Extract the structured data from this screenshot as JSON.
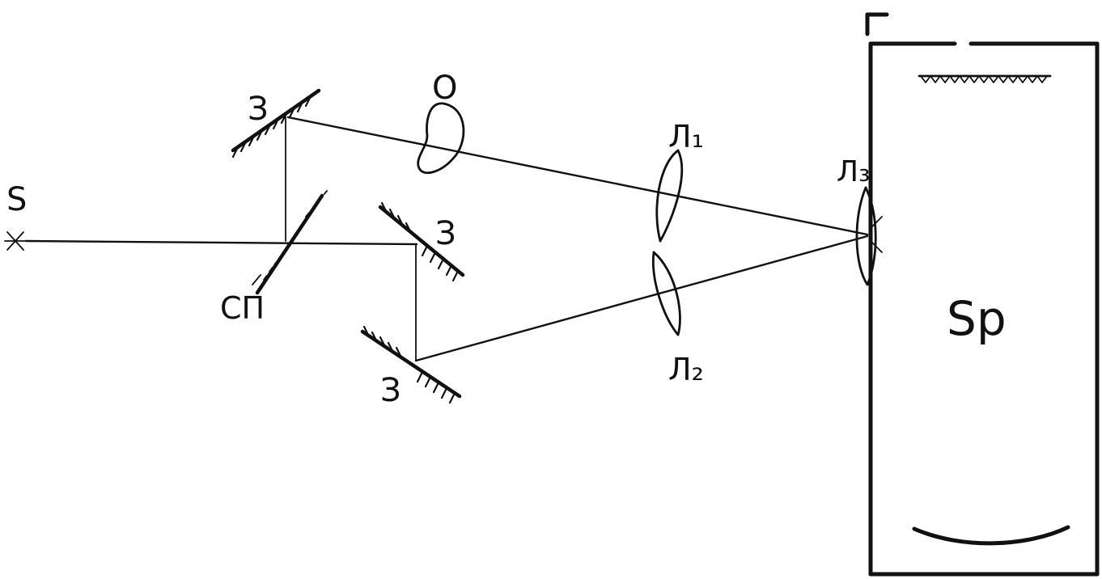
{
  "labels": {
    "source": "S",
    "splitter": "СП",
    "mirror_top": "З",
    "mirror_mid": "З",
    "mirror_bottom": "З",
    "object": "О",
    "lens1": "Л₁",
    "lens2": "Л₂",
    "lens3": "Л₃",
    "spectrograph": "Sp",
    "slit": "Г"
  },
  "colors": {
    "ink": "#111111",
    "background": "#ffffff"
  }
}
